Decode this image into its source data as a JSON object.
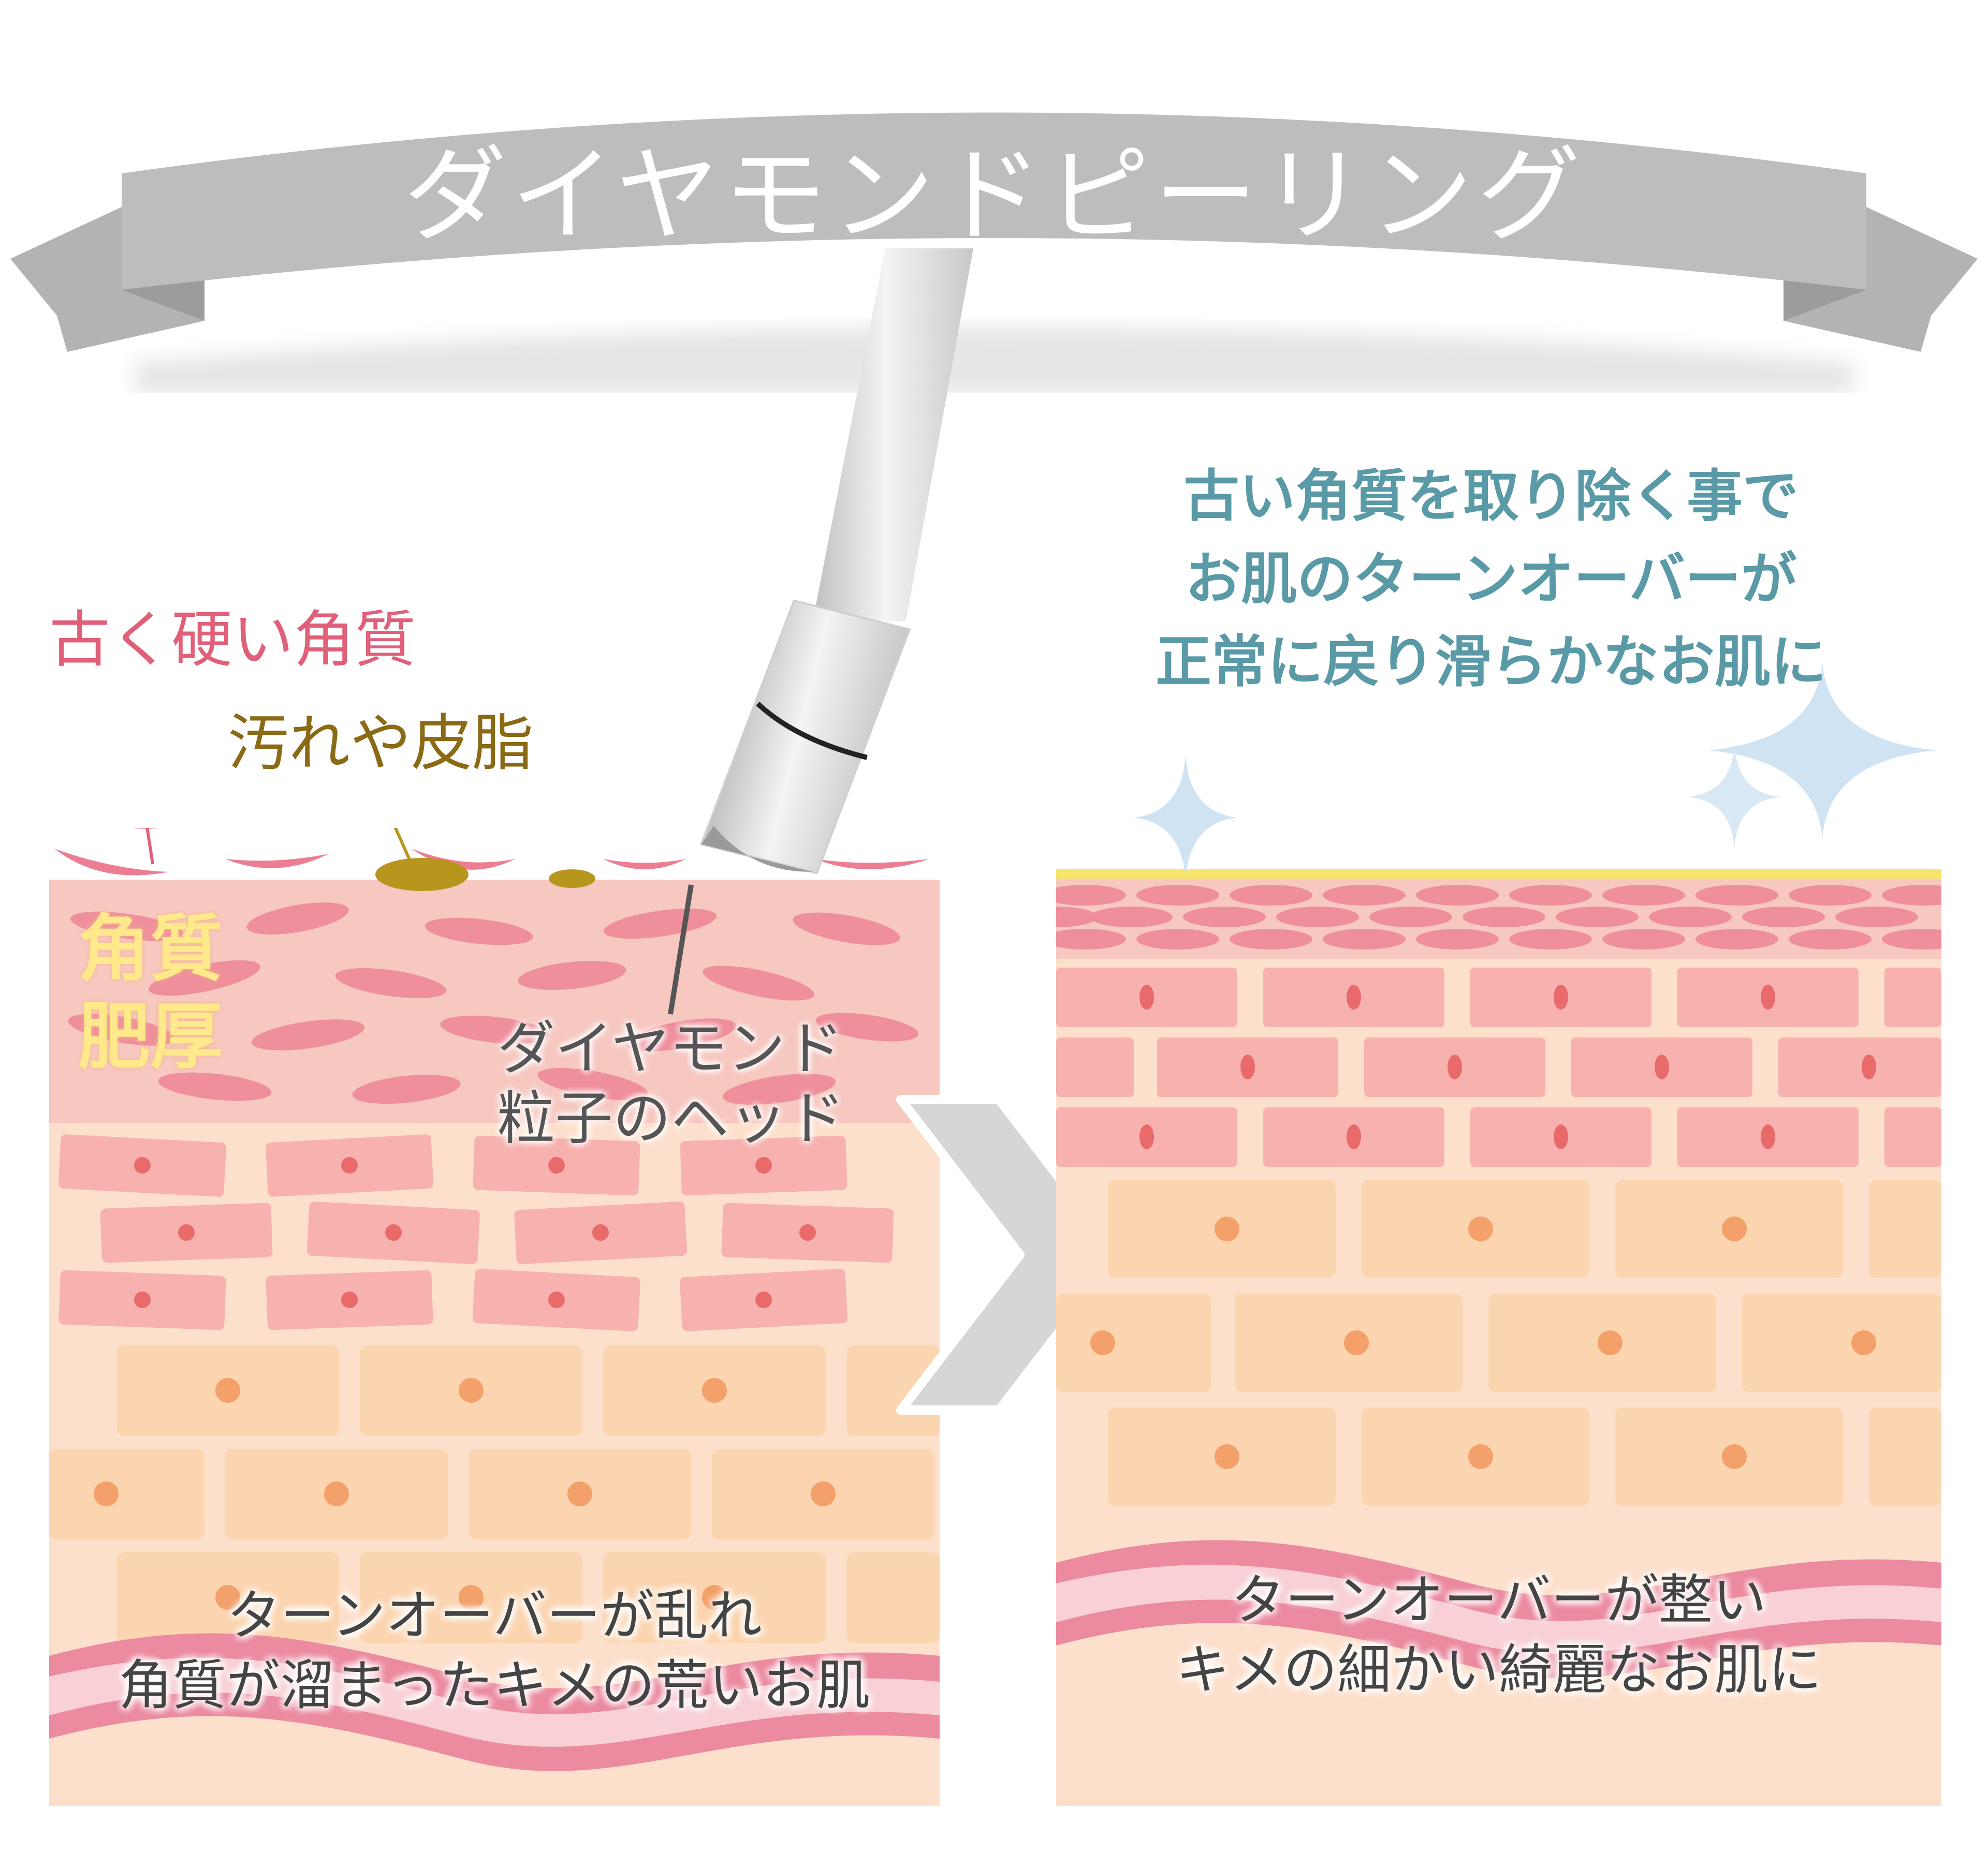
{
  "title": "ダイヤモンドピーリング",
  "colors": {
    "ribbon": "#bdbdbd",
    "ribbon_dark": "#a6a6a6",
    "old_label": "#e0607a",
    "dirt_label": "#8a6a14",
    "sebum": "#b8961e",
    "thick_label": "#ffe98a",
    "right_text": "#5a9aa6",
    "sparkle": "#cfe3f2",
    "smooth_surface": "#f7e46a",
    "horny_layer": "#f6c8c0",
    "horny_cell": "#ef8f9b",
    "spinous_cell": "#f7b2b0",
    "spinous_nucleus": "#e86a6a",
    "basal_cell": "#fbd5b0",
    "basal_nucleus": "#f3a06a",
    "basement_membrane": "#ec8aa0",
    "dermis": "#fde0cc",
    "arrow": "#d6d6d6"
  },
  "left_panel": {
    "label_old_keratin": "古く硬い角質",
    "label_dirt_sebum": "汚れや皮脂",
    "label_thickened": "角質\n肥厚",
    "label_diamond_head": "ダイヤモンド\n粒子のヘッド",
    "caption": "ターンオーバーが乱れ\n角質が溜まったキメの荒いお肌"
  },
  "right_panel": {
    "headline": "古い角質を取り除く事で\nお肌のターンオーバーが\n正常に戻り滑らかなお肌に",
    "caption": "ターンオーバーが整い\nキメの細かい綺麗なお肌に"
  },
  "icons": {
    "device": "diamond-peeling-wand-icon",
    "arrow": "chevron-right-icon",
    "sparkle": "sparkle-icon"
  }
}
